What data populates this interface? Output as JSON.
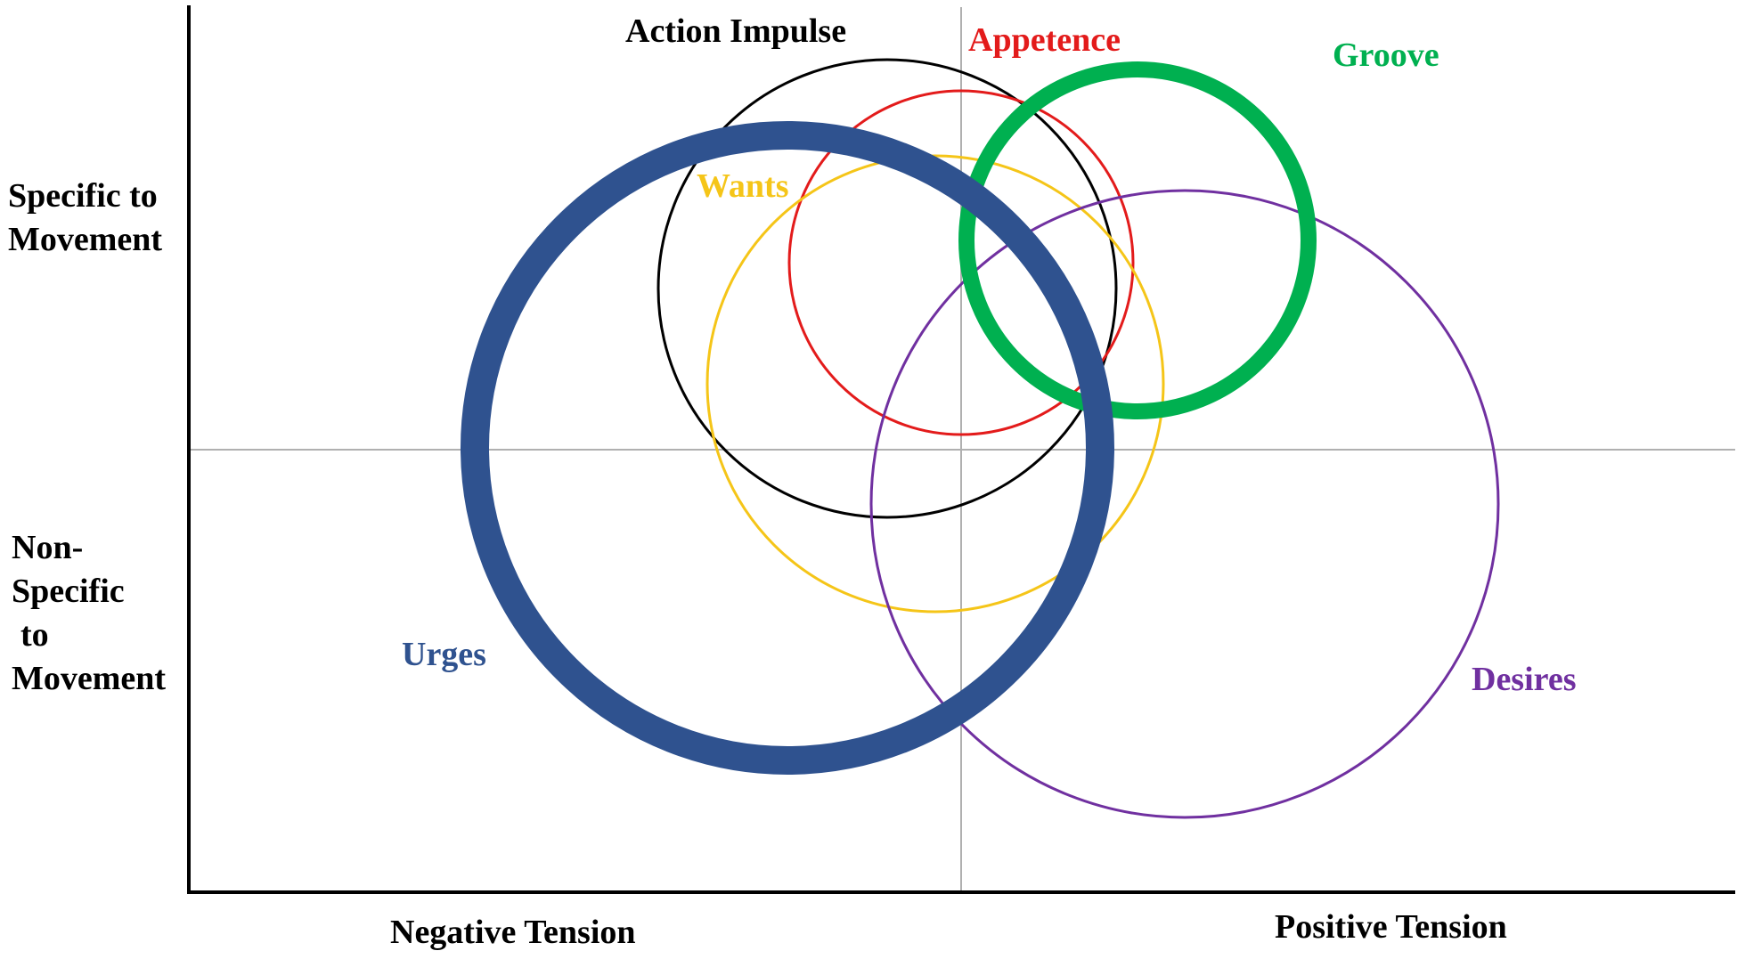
{
  "axes": {
    "x_negative": "Negative Tension",
    "x_positive": "Positive Tension",
    "y_specific_line1": "Specific to",
    "y_specific_line2": "Movement",
    "y_nonspecific_line1": "Non-",
    "y_nonspecific_line2": "Specific",
    "y_nonspecific_line3": "to",
    "y_nonspecific_line4": "Movement"
  },
  "colors": {
    "axis": "#000000",
    "quadrant_line": "#b0b0b0"
  },
  "circles": [
    {
      "key": "action_impulse",
      "label": "Action Impulse",
      "color": "#000000",
      "weight": "thin"
    },
    {
      "key": "appetence",
      "label": "Appetence",
      "color": "#e31b1b",
      "weight": "thin"
    },
    {
      "key": "groove",
      "label": "Groove",
      "color": "#00b050",
      "weight": "thick"
    },
    {
      "key": "wants",
      "label": "Wants",
      "color": "#f5c518",
      "weight": "thin"
    },
    {
      "key": "urges",
      "label": "Urges",
      "color": "#2f528f",
      "weight": "thick"
    },
    {
      "key": "desires",
      "label": "Desires",
      "color": "#7030a0",
      "weight": "thin"
    }
  ]
}
